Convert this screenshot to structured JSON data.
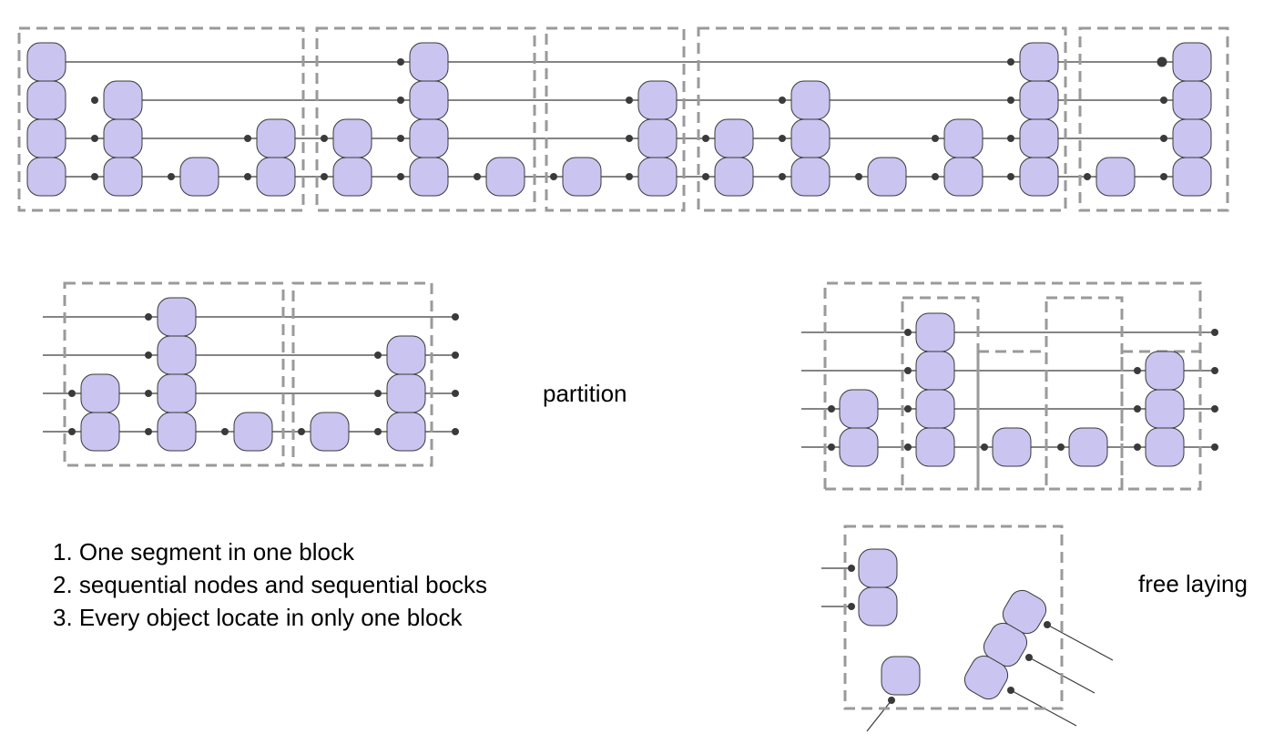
{
  "colors": {
    "node_fill": "#c9c4f0",
    "node_stroke": "#3a3a3a",
    "wire": "#3a3a3a",
    "block_border": "#9a9a9a"
  },
  "icons": {
    "node": "rounded-square-node",
    "connector": "dot-connector",
    "block": "dashed-block"
  },
  "labels": {
    "partition": "partition",
    "free_laying": "free laying"
  },
  "rules": [
    {
      "number": "1.",
      "text": "One segment in one block"
    },
    {
      "number": "2.",
      "text": "sequential nodes and sequential bocks"
    },
    {
      "number": "3.",
      "text": "Every object locate in only one block"
    }
  ]
}
